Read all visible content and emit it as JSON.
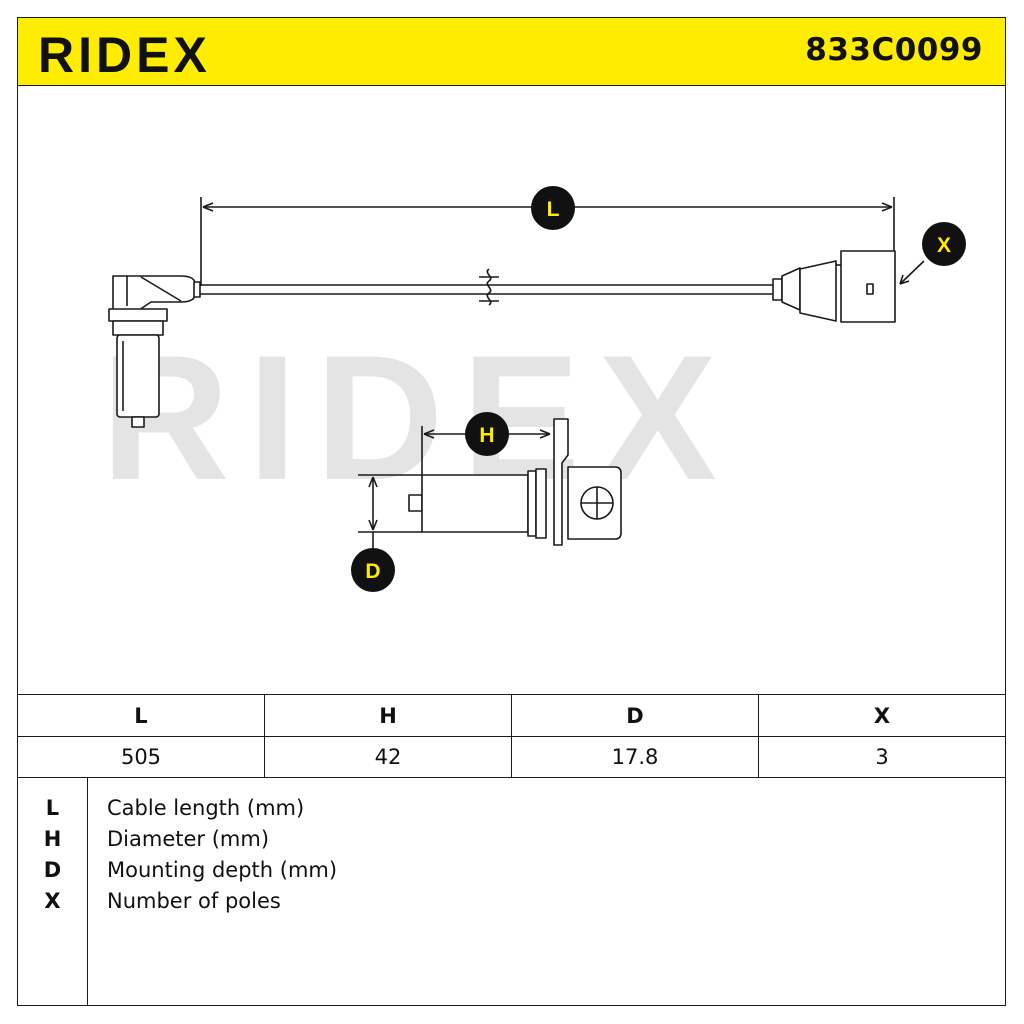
{
  "brand": {
    "logo_text": "RIDEX",
    "watermark_text": "RIDEX",
    "accent_color": "#ffed00"
  },
  "header": {
    "part_number": "833C0099"
  },
  "diagram": {
    "markers": [
      "L",
      "X",
      "H",
      "D"
    ]
  },
  "specs": {
    "columns": [
      "L",
      "H",
      "D",
      "X"
    ],
    "values": [
      "505",
      "42",
      "17.8",
      "3"
    ]
  },
  "legend": [
    {
      "key": "L",
      "text": "Cable length (mm)"
    },
    {
      "key": "H",
      "text": "Diameter (mm)"
    },
    {
      "key": "D",
      "text": "Mounting depth (mm)"
    },
    {
      "key": "X",
      "text": "Number of poles"
    }
  ]
}
